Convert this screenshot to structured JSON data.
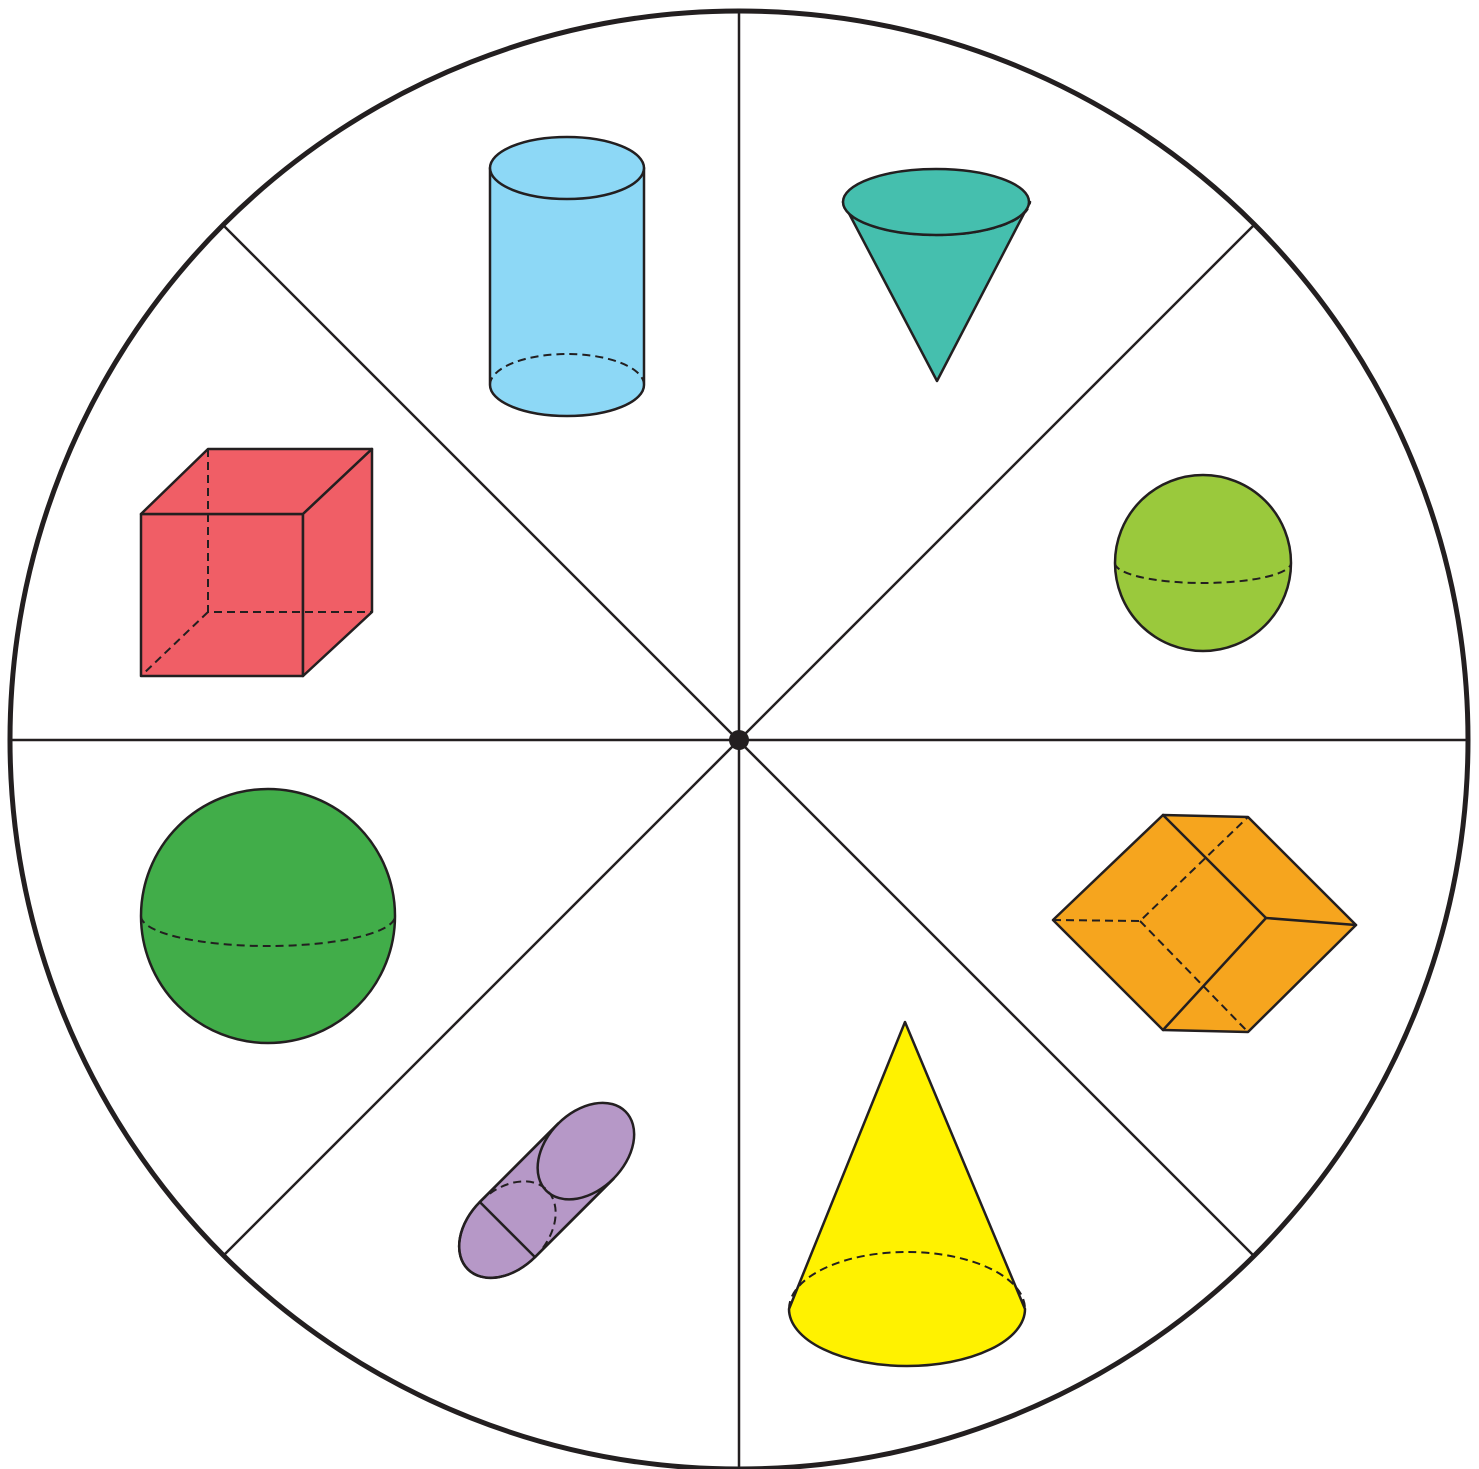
{
  "spinner": {
    "sector_count": 8,
    "shapes": [
      {
        "sector": "top-left",
        "shape": "cylinder",
        "color": "#8dd8f6"
      },
      {
        "sector": "top-right",
        "shape": "cone-inverted",
        "color": "#45bfae"
      },
      {
        "sector": "right-upper",
        "shape": "sphere",
        "color": "#9ac93c"
      },
      {
        "sector": "right-lower",
        "shape": "cube-tilted",
        "color": "#f6a51e"
      },
      {
        "sector": "bottom-right",
        "shape": "cone",
        "color": "#fff200"
      },
      {
        "sector": "bottom-left",
        "shape": "cylinder-tilted",
        "color": "#b698c7"
      },
      {
        "sector": "left-lower",
        "shape": "sphere",
        "color": "#41ad49"
      },
      {
        "sector": "left-upper",
        "shape": "cube",
        "color": "#f05e66"
      }
    ],
    "colors": {
      "outline": "#231f20",
      "background": "#ffffff"
    }
  }
}
